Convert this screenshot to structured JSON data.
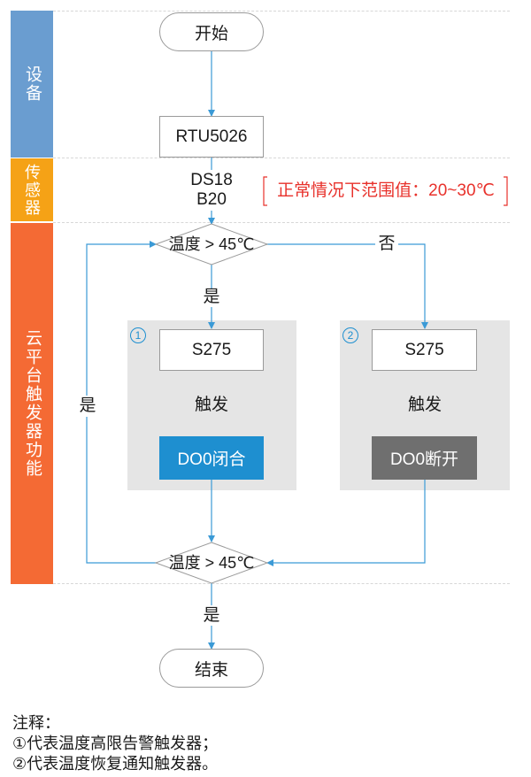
{
  "lanes": {
    "device": "设备",
    "sensor": "传感器",
    "cloud": "云平台触发器功能"
  },
  "colors": {
    "lane_device": "#6a9dd0",
    "lane_sensor": "#f5a216",
    "lane_cloud": "#f46a34",
    "line": "#3b9ad6",
    "action_close": "#1e8fd0",
    "action_open": "#6f6f6f",
    "range_note": "#e8312b"
  },
  "flow": {
    "start": "开始",
    "device_box": "RTU5026",
    "sensor_line1": "DS18",
    "sensor_line2": "B20",
    "range_note": "正常情况下范围值：20~30℃",
    "decision_top": "温度 > 45℃",
    "yes_down": "是",
    "no_right": "否",
    "yes_left": "是",
    "group1_number": "1",
    "group2_number": "2",
    "group1_box": "S275",
    "group2_box": "S275",
    "trigger1": "触发",
    "trigger2": "触发",
    "action1": "DO0闭合",
    "action2": "DO0断开",
    "decision_bottom": "温度 > 45℃",
    "yes_end": "是",
    "end": "结束"
  },
  "notes": {
    "heading": "注释：",
    "line1": "①代表温度高限告警触发器；",
    "line2": "②代表温度恢复通知触发器。"
  }
}
